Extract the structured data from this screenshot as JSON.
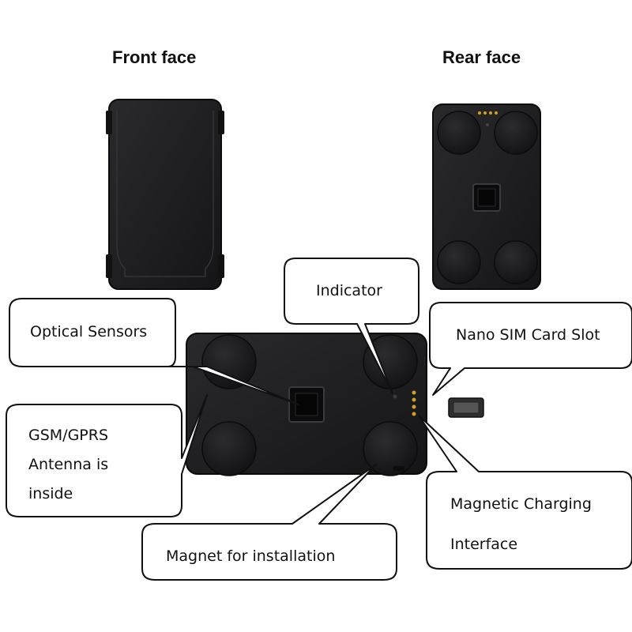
{
  "headings": {
    "front": "Front face",
    "rear": "Rear face"
  },
  "callouts": {
    "optical_sensors": "Optical Sensors",
    "indicator": "Indicator",
    "nano_sim": "Nano SIM Card Slot",
    "gsm_line1": "GSM/GPRS",
    "gsm_line2": "Antenna is",
    "gsm_line3": "inside",
    "magnet": "Magnet for installation",
    "charging_line1": "Magnetic Charging",
    "charging_line2": "Interface"
  },
  "colors": {
    "device_body": "#1d1d1f",
    "device_edge": "#0a0a0a",
    "callout_border": "#111111",
    "contact_pin": "#d4a020"
  }
}
